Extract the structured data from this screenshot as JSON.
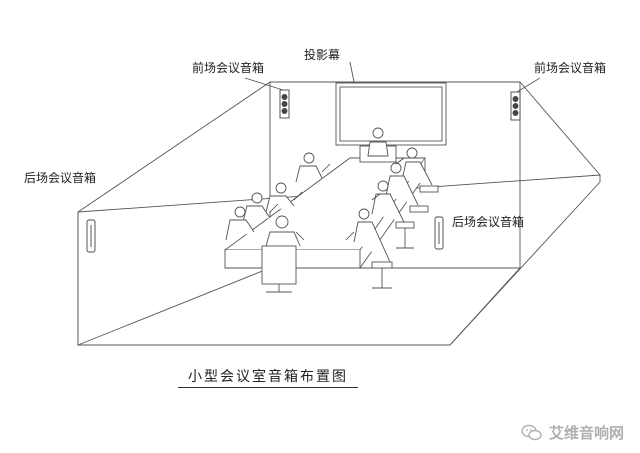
{
  "labels": {
    "screen": "投影幕",
    "front_left_speaker": "前场会议音箱",
    "front_right_speaker": "前场会议音箱",
    "rear_left_speaker": "后场会议音箱",
    "rear_right_speaker": "后场会议音箱"
  },
  "caption": "小型会议室音箱布置图",
  "watermark": {
    "text": "艾维音响网",
    "icon": "wechat-icon",
    "color": "#b0b0b0"
  },
  "colors": {
    "line": "#555555",
    "fill": "#ffffff"
  }
}
